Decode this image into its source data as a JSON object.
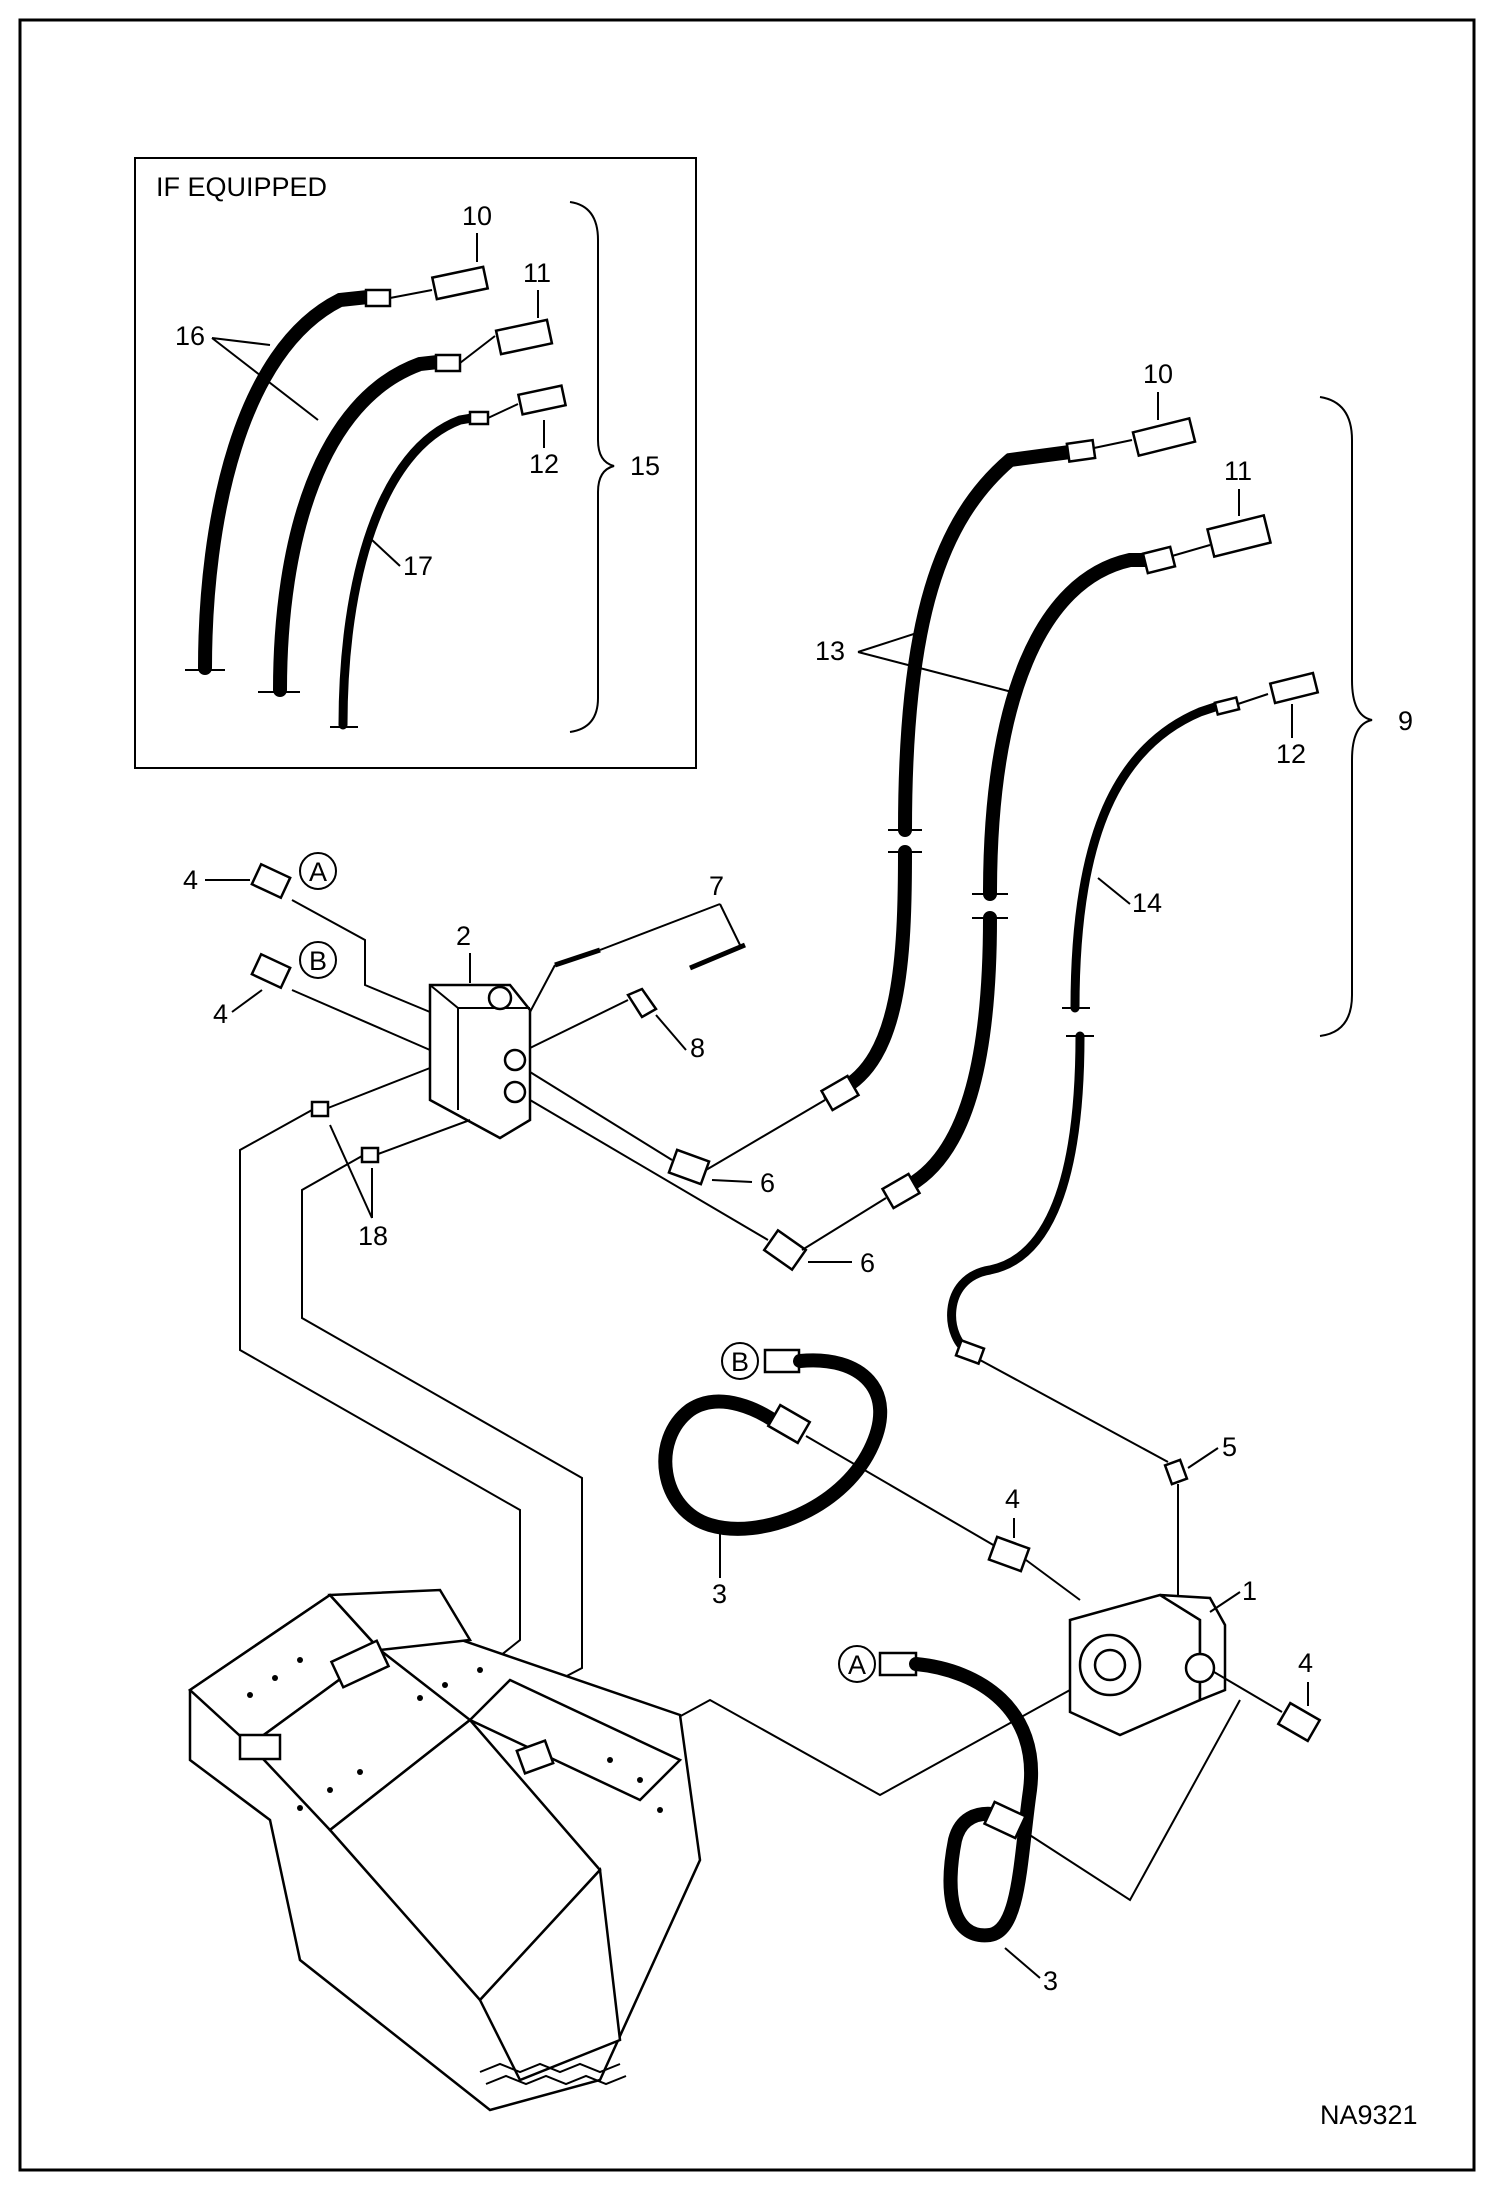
{
  "inset_title": "IF EQUIPPED",
  "drawing_number": "NA9321",
  "callouts": {
    "c1": "1",
    "c2": "2",
    "c3a": "3",
    "c3b": "3",
    "c4a": "4",
    "c4b": "4",
    "c4c": "4",
    "c4d": "4",
    "c5": "5",
    "c6a": "6",
    "c6b": "6",
    "c7": "7",
    "c8": "8",
    "c9": "9",
    "c10a": "10",
    "c10b": "10",
    "c11a": "11",
    "c11b": "11",
    "c12a": "12",
    "c12b": "12",
    "c13": "13",
    "c14": "14",
    "c15": "15",
    "c16": "16",
    "c17": "17",
    "c18": "18"
  },
  "connectors": {
    "a1": "A",
    "a2": "A",
    "b1": "B",
    "b2": "B"
  }
}
